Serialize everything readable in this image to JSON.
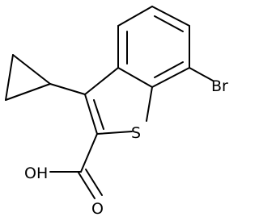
{
  "molecule": {
    "atoms": {
      "bromine": "Br",
      "sulfur": "S",
      "hydroxyl": "OH",
      "carbonyl_oxygen": "O"
    }
  },
  "colors": {
    "bond": "#000000",
    "label": "#000000",
    "background": "#ffffff"
  }
}
